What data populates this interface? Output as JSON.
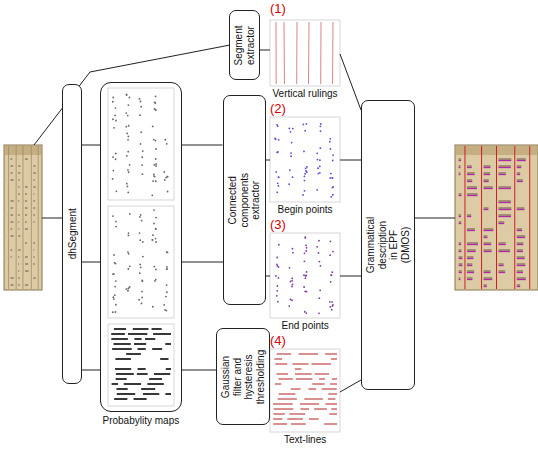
{
  "diagram": {
    "nodes": [
      {
        "text": [
          "Segment extractor"
        ]
      },
      {
        "text": [
          "dhSegment"
        ]
      },
      {
        "text": [
          "Probabylity maps"
        ]
      },
      {
        "text": [
          "Vertical rulings"
        ]
      },
      {
        "text": [
          "Connected components extractor"
        ]
      },
      {
        "text": [
          "Begin points"
        ]
      },
      {
        "text": [
          "End points"
        ]
      },
      {
        "text": [
          "Gaussian filter and hysteresis thresholding"
        ]
      },
      {
        "text": [
          "Text-lines"
        ]
      },
      {
        "text": [
          "Grammatical description in EPF (DMOS)"
        ]
      }
    ],
    "edges": [
      {
        "from": 1,
        "to": 2,
        "arrow": "none"
      },
      {
        "from": 2,
        "to": 4,
        "arrow": "none"
      },
      {
        "from": 2,
        "to": 7,
        "arrow": "none"
      },
      {
        "from": 0,
        "to": 3,
        "arrow": "none"
      },
      {
        "from": 4,
        "to": 5,
        "arrow": "none"
      },
      {
        "from": 4,
        "to": 6,
        "arrow": "none"
      },
      {
        "from": 7,
        "to": 8,
        "arrow": "none"
      },
      {
        "from": 3,
        "to": 9,
        "arrow": "none"
      },
      {
        "from": 5,
        "to": 9,
        "arrow": "none"
      },
      {
        "from": 6,
        "to": 9,
        "arrow": "none"
      },
      {
        "from": 8,
        "to": 9,
        "arrow": "none"
      }
    ],
    "labels": [
      "(1)",
      "(2)",
      "(3)",
      "(4)"
    ]
  }
}
